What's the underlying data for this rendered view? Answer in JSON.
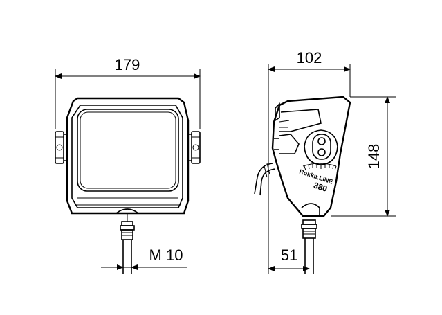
{
  "dimensions": {
    "front_width": "179",
    "side_depth": "102",
    "height": "148",
    "thread": "M 10",
    "mount_offset": "51"
  },
  "side_view_labels": {
    "brand": "Rokkit.LINE",
    "model": "380"
  }
}
